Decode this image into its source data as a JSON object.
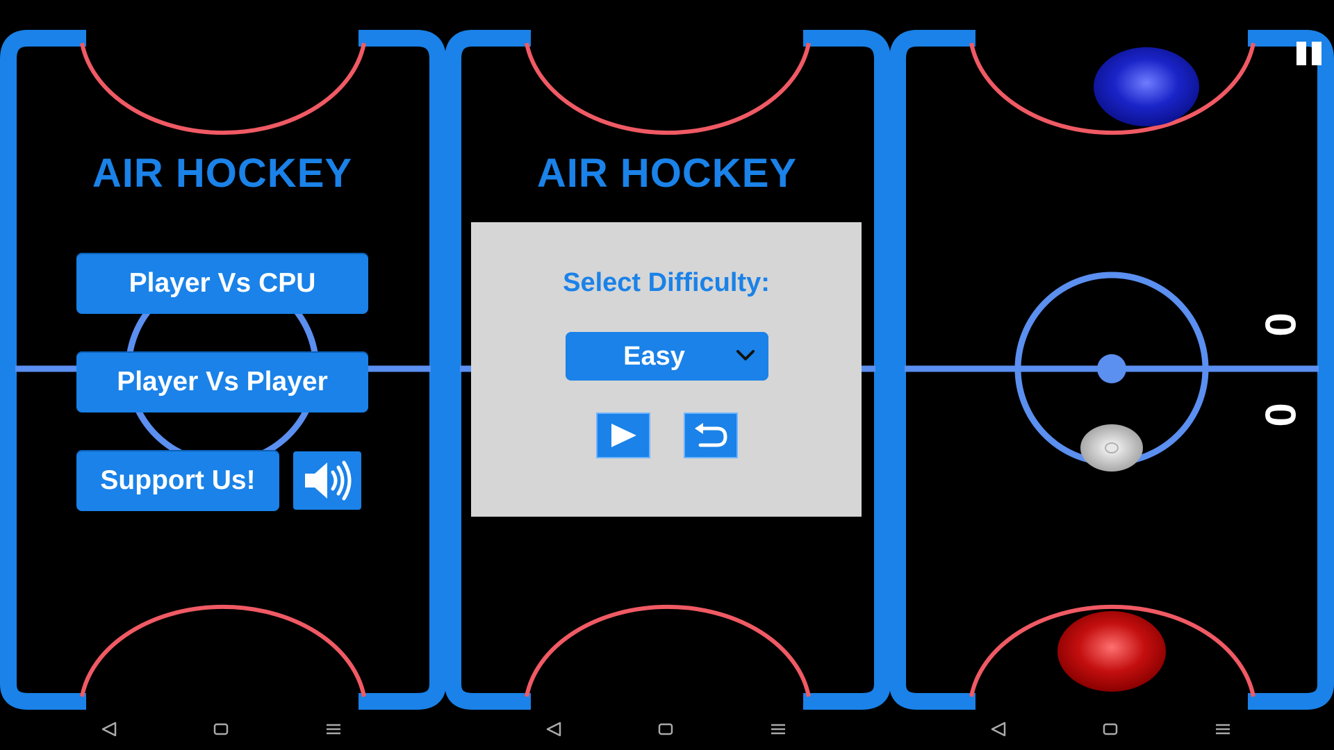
{
  "game": {
    "title": "AIR HOCKEY",
    "colors": {
      "rink_border": "#1a82e8",
      "goal_arc": "#f05a64",
      "center_circle": "#5b8ff0",
      "background": "#000000",
      "dialog": "#d6d6d6",
      "puck": "#c8c8c8",
      "cpu_mallet": "#1a24b8",
      "player_mallet": "#c40f0f"
    }
  },
  "screen1": {
    "title": "AIR HOCKEY",
    "buttons": {
      "player_vs_cpu": "Player Vs CPU",
      "player_vs_player": "Player Vs Player",
      "support_us": "Support Us!"
    },
    "sound_icon": "speaker-icon"
  },
  "screen2": {
    "title": "AIR HOCKEY",
    "dialog": {
      "label": "Select Difficulty:",
      "selected_difficulty": "Easy",
      "play_icon": "play-icon",
      "back_icon": "back-arrow-icon"
    }
  },
  "screen3": {
    "scores": {
      "cpu": "0",
      "player": "0"
    },
    "pause_icon": "pause-icon"
  },
  "navbar": {
    "icons": [
      "back-triangle-icon",
      "home-square-icon",
      "menu-lines-icon"
    ]
  }
}
